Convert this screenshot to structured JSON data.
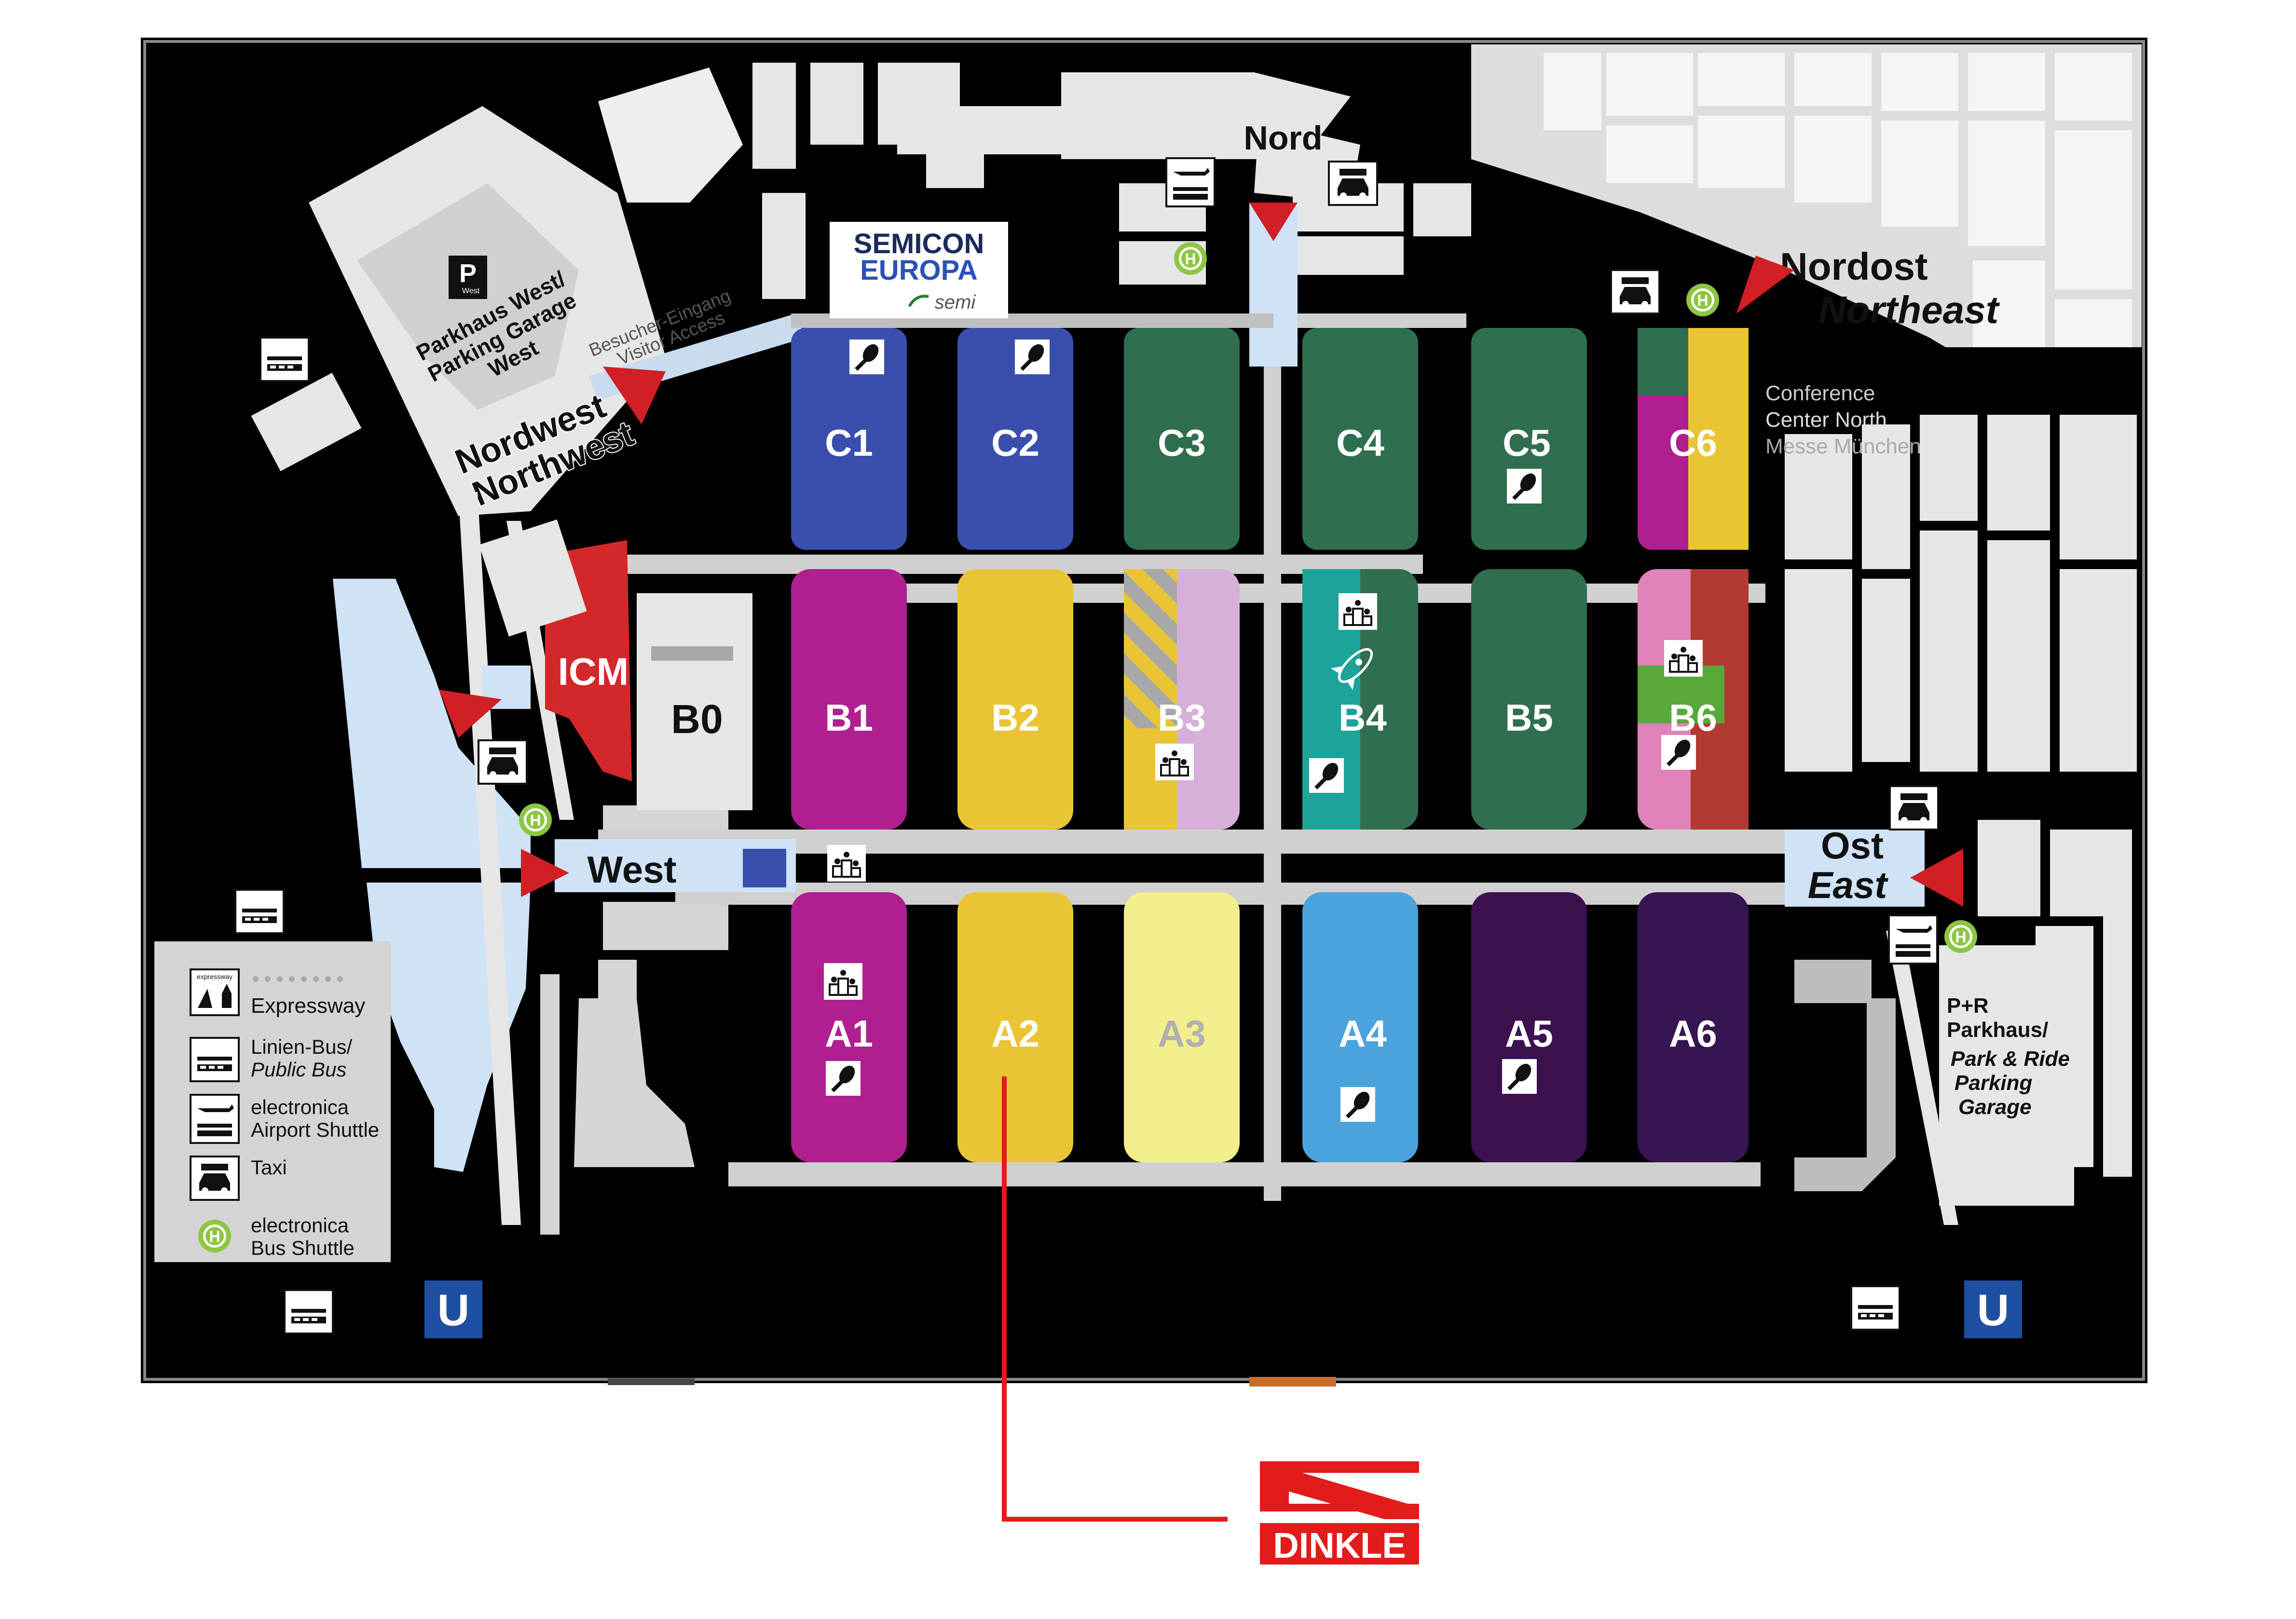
{
  "halls": {
    "C1": "C1",
    "C2": "C2",
    "C3": "C3",
    "C4": "C4",
    "C5": "C5",
    "C6": "C6",
    "B0": "B0",
    "B1": "B1",
    "B2": "B2",
    "B3": "B3",
    "B4": "B4",
    "B5": "B5",
    "B6": "B6",
    "A1": "A1",
    "A2": "A2",
    "A3": "A3",
    "A4": "A4",
    "A5": "A5",
    "A6": "A6",
    "ICM": "ICM"
  },
  "entrances": {
    "west": "West",
    "ost_de": "Ost",
    "ost_en": "East",
    "nordost_de": "Nordost",
    "nordost_en": "Northeast",
    "nordwest_de": "Nordwest",
    "nordwest_en": "Northwest",
    "nord_partial": "Nord"
  },
  "labels": {
    "parkhaus_west": "Parkhaus West/",
    "parking_garage": "Parking Garage",
    "parking_west": "West",
    "parking_p_sub": "West",
    "besucher": "Besucher-Eingang",
    "visitor_access": "Visitor Access",
    "conference_1": "Conference",
    "conference_2": "Center North",
    "conference_3": "Messe München",
    "pr_1": "P+R",
    "pr_2": "Parkhaus/",
    "pr_3": "Park & Ride",
    "pr_4": "Parking",
    "pr_5": "Garage"
  },
  "sponsor": {
    "line1": "SEMICON",
    "line2": "EUROPA",
    "line3": "semi"
  },
  "legend": {
    "expressway_small": "expressway",
    "expressway": "Expressway",
    "bus_1": "Linien-Bus/",
    "bus_2": "Public Bus",
    "shuttle_1": "electronica",
    "shuttle_2": "Airport Shuttle",
    "taxi": "Taxi",
    "busshuttle_1": "electronica",
    "busshuttle_2": "Bus Shuttle"
  },
  "icons": {
    "u": "U",
    "h": "H",
    "taxi": "TAXI",
    "p": "P",
    "p_sub": "West"
  },
  "brand": {
    "name": "DINKLE"
  },
  "colors": {
    "c1": "#3a4fad",
    "c2": "#3a4fad",
    "c_green": "#2f6e4e",
    "b1": "#b01f8f",
    "b2": "#e9c535",
    "b3_purple": "#d6b0d8",
    "b4_teal": "#1da39a",
    "b6_pink": "#e083b9",
    "b6_red": "#b33a32",
    "b6_green": "#5aa83a",
    "a1": "#b01f8f",
    "a2": "#e9c535",
    "a3": "#f3ee8c",
    "a4": "#4aa3dc",
    "a5": "#3b1150",
    "a6": "#361552",
    "icm": "#d3282a",
    "arrow": "#d11f26",
    "light_blue": "#cfe2f6",
    "leader": "#e21b1b"
  }
}
